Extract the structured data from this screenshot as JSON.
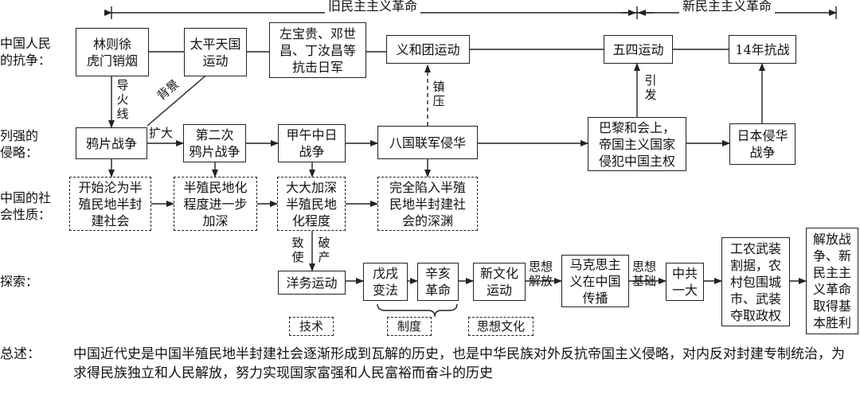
{
  "periods": {
    "old": "旧民主主义革命",
    "new": "新民主主义革命"
  },
  "row_labels": {
    "struggle": "中国人民\n的抗争：",
    "aggression": "列强的\n侵略：",
    "society": "中国的社\n会性质：",
    "exploration": "探索："
  },
  "nodes": {
    "linzexu": "林则徐\n虎门销烟",
    "taiping": "太平天国\n运动",
    "zuo": "左宝贵、邓世\n昌、丁汝昌等\n抗击日军",
    "yihetuan": "义和团运动",
    "wusi": "五四运动",
    "kangzhan": "14年抗战",
    "opium1": "鸦片战争",
    "opium2": "第二次\n鸦片战争",
    "jiawu": "甲午中日\n战争",
    "baguo": "八国联军侵华",
    "bali": "巴黎和会上，\n帝国主义国家\n侵犯中国主权",
    "riben": "日本侵华\n战争",
    "soc1": "开始沦为半\n殖民地半封\n建社会",
    "soc2": "半殖民地化\n程度进一步\n加深",
    "soc3": "大大加深\n半殖民地\n化程度",
    "soc4": "完全陷入半殖\n民地半封建社\n会的深渊",
    "yangwu": "洋务运动",
    "wuxu": "戊戌\n变法",
    "xinhai": "辛亥\n革命",
    "xinwenhua": "新文化\n运动",
    "makesi": "马克思主\n义在中国\n传播",
    "zhonggong": "中共\n一大",
    "gongnong": "工农武装\n割据，农\n村包围城\n市、武装\n夺取政权",
    "jiefang": "解放战\n争、新\n民主主\n义革命\n取得基\n本胜利"
  },
  "edge_labels": {
    "daohuoxian": "导\n火\n线",
    "beijing": "背景",
    "kuoda": "扩大",
    "zhenya": "镇\n压",
    "yinfa": "引\n发",
    "zhishi": "致\n使",
    "pochan": "破\n产",
    "sixiang_jiefang": "思想\n解放",
    "sixiang_jichu": "思想\n基础"
  },
  "categories": {
    "jishu": "技术",
    "zhidu": "制度",
    "sixiang": "思想文化"
  },
  "summary": {
    "label": "总述：",
    "text": "中国近代史是中国半殖民地半封建社会逐渐形成到瓦解的历史，也是中华民族对外反抗帝国主义侵略，对内反对封建专制统治，为求得民族独立和人民解放，努力实现国家富强和人民富裕而奋斗的历史"
  }
}
